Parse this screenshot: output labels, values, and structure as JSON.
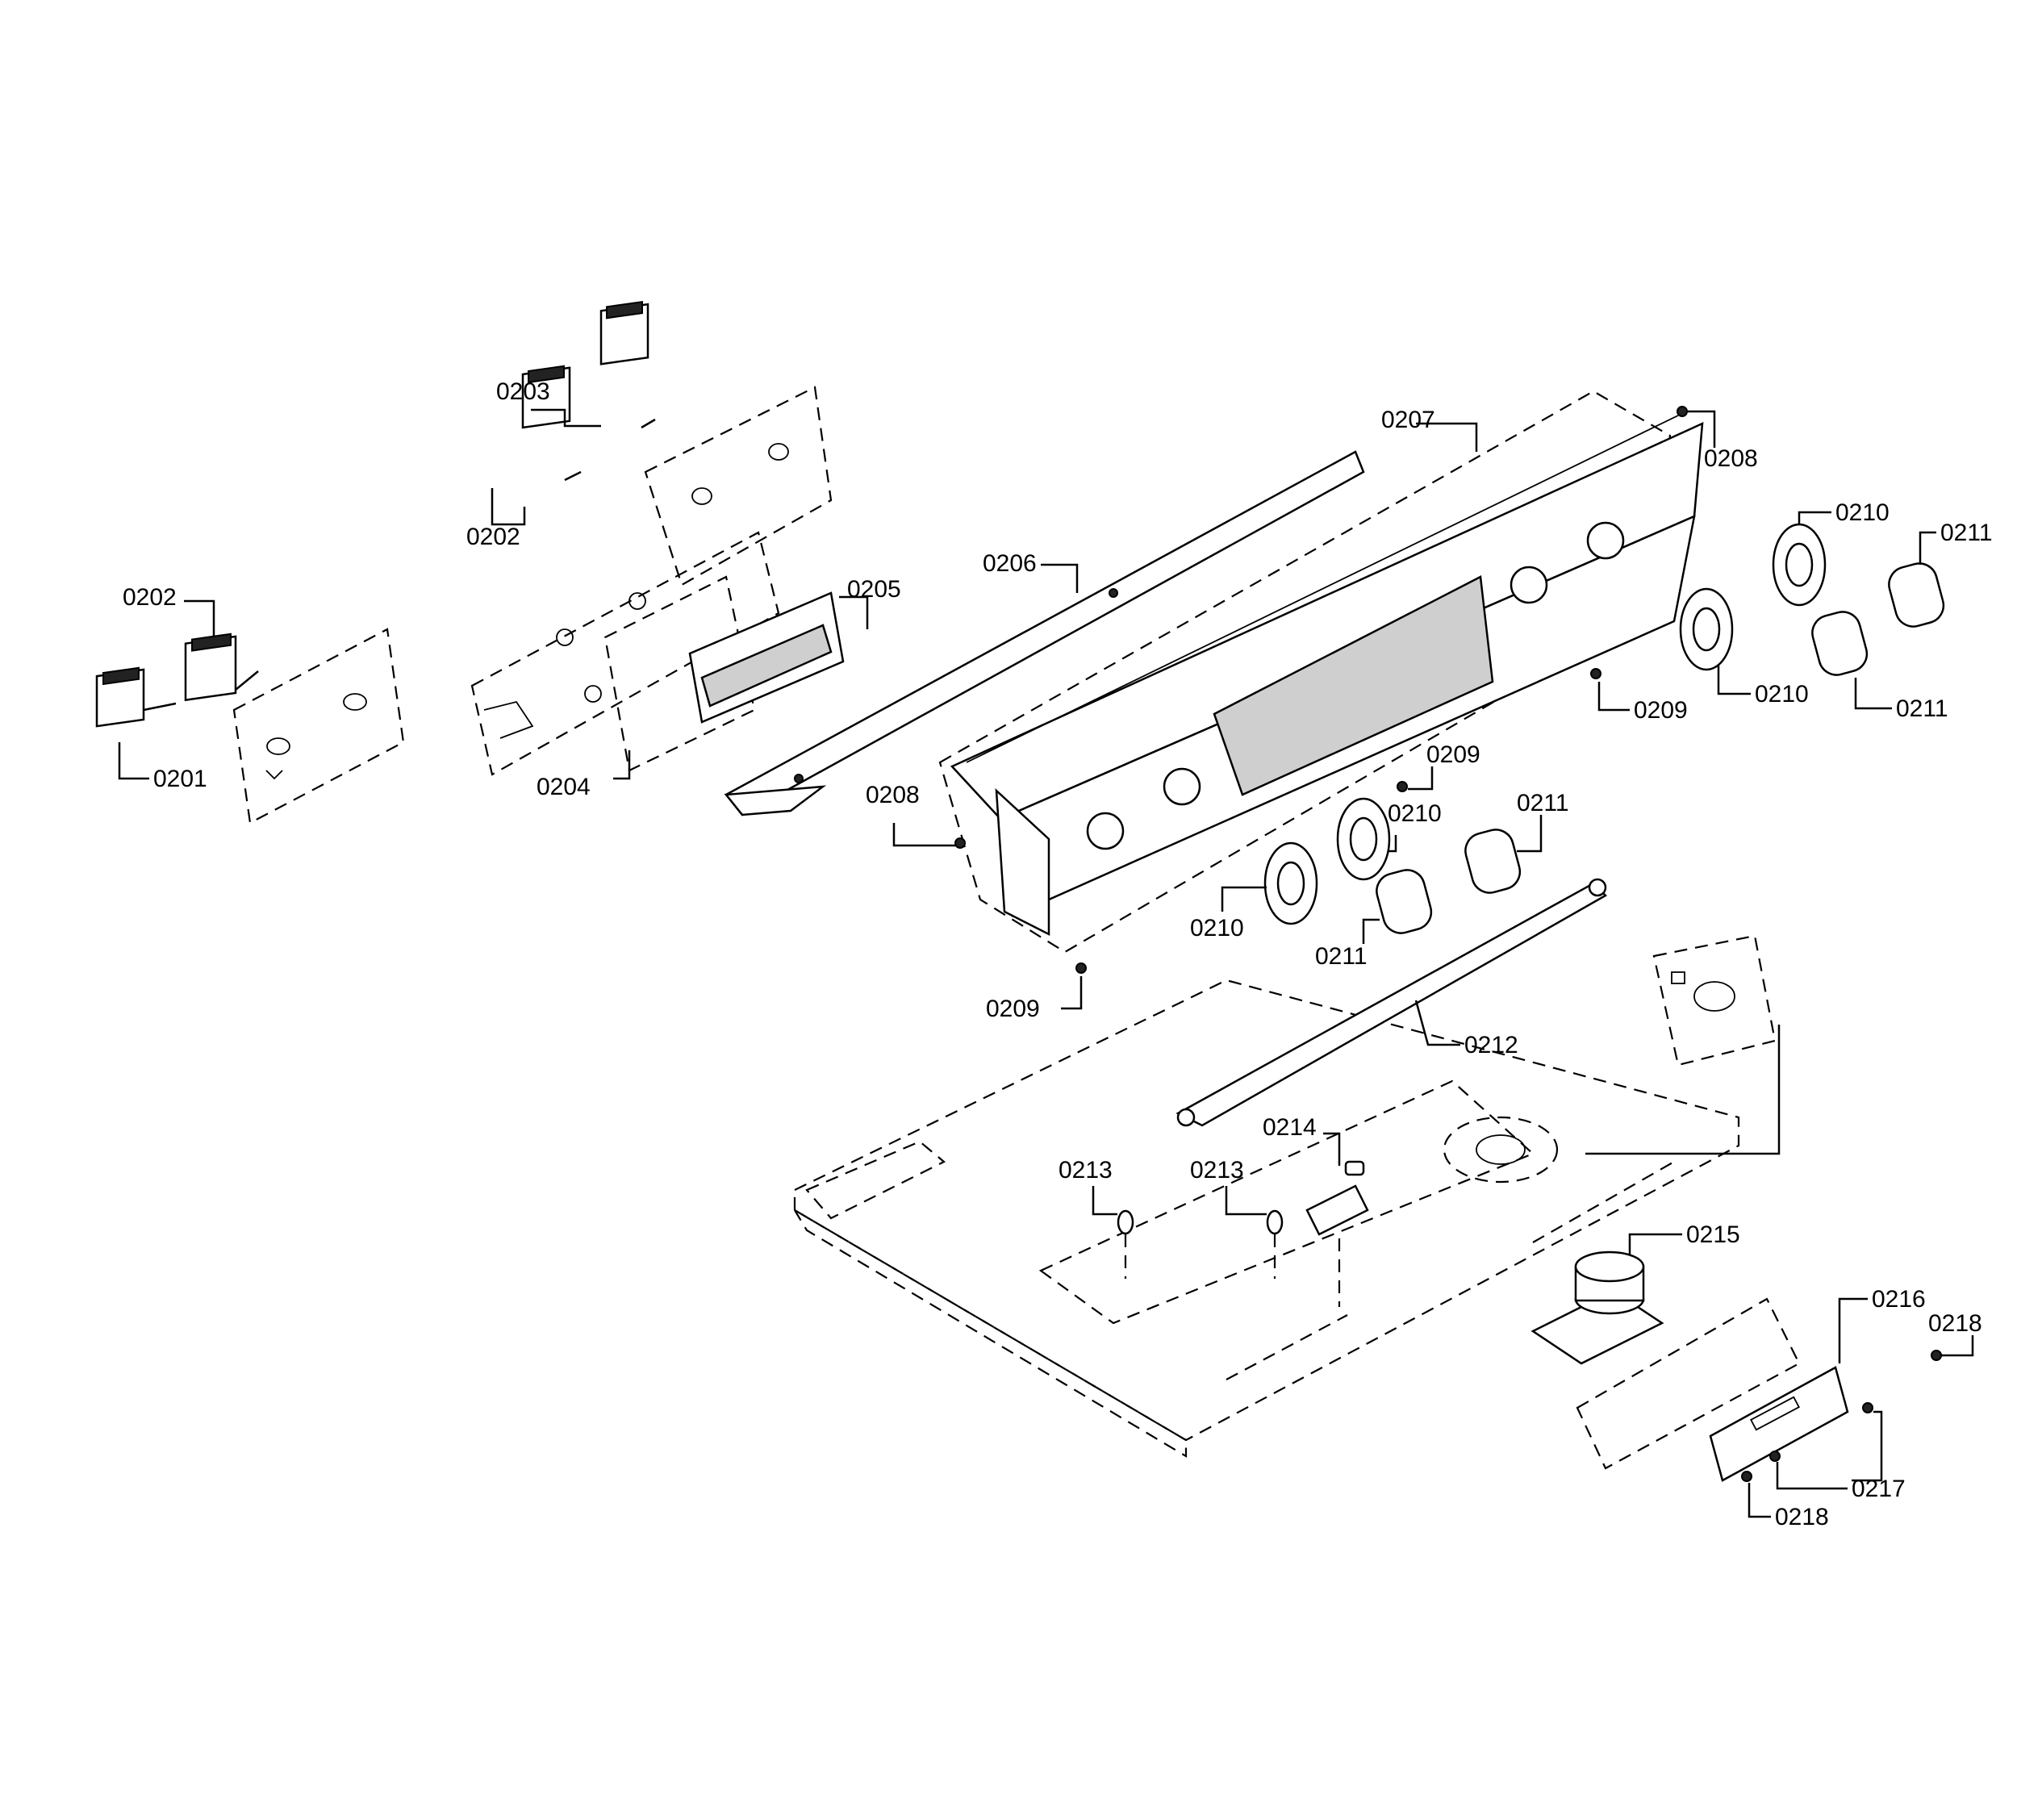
{
  "labels": {
    "l0201": "0201",
    "l0202a": "0202",
    "l0202b": "0202",
    "l0203": "0203",
    "l0204": "0204",
    "l0205": "0205",
    "l0206": "0206",
    "l0207": "0207",
    "l0208a": "0208",
    "l0208b": "0208",
    "l0209a": "0209",
    "l0209b": "0209",
    "l0209c": "0209",
    "l0210a": "0210",
    "l0210b": "0210",
    "l0210c": "0210",
    "l0210d": "0210",
    "l0211a": "0211",
    "l0211b": "0211",
    "l0211c": "0211",
    "l0211d": "0211",
    "l0212": "0212",
    "l0213a": "0213",
    "l0213b": "0213",
    "l0214": "0214",
    "l0215": "0215",
    "l0216": "0216",
    "l0217": "0217",
    "l0218a": "0218",
    "l0218b": "0218"
  }
}
